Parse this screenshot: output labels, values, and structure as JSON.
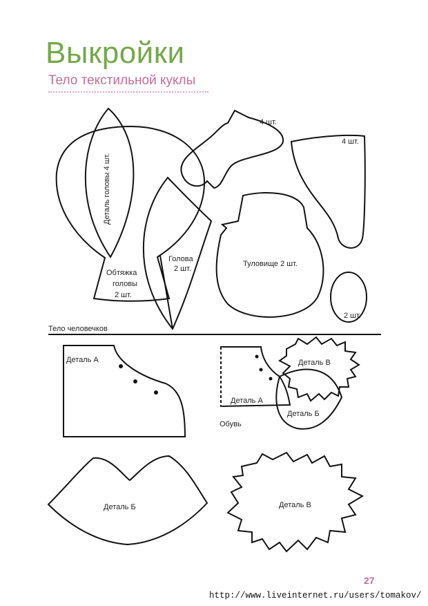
{
  "header": {
    "title": "Выкройки",
    "subtitle": "Тело текстильной куклы"
  },
  "doll_pieces": {
    "head_detail": "Деталь головы 4 шт.",
    "head_cover_1": "Обтяжка",
    "head_cover_2": "головы",
    "head_cover_3": "2 шт.",
    "head_1": "Голова",
    "head_2": "2 шт.",
    "arm_count": "4 шт.",
    "leg_count": "4 шт.",
    "body": "Туловище 2 шт.",
    "sole_count": "2 шт."
  },
  "section": {
    "label": "Тело человечков"
  },
  "small_pieces": {
    "detail_a": "Деталь А",
    "detail_b": "Деталь Б",
    "detail_v": "Деталь В",
    "shoe_detail_a": "Деталь А",
    "shoe_detail_b": "Деталь Б",
    "shoe_detail_v": "Деталь В",
    "shoes": "Обувь"
  },
  "footer": {
    "page_number": "27",
    "url": "http://www.liveinternet.ru/users/tomakov/"
  },
  "colors": {
    "title": "#74a84a",
    "subtitle": "#c46e98"
  }
}
